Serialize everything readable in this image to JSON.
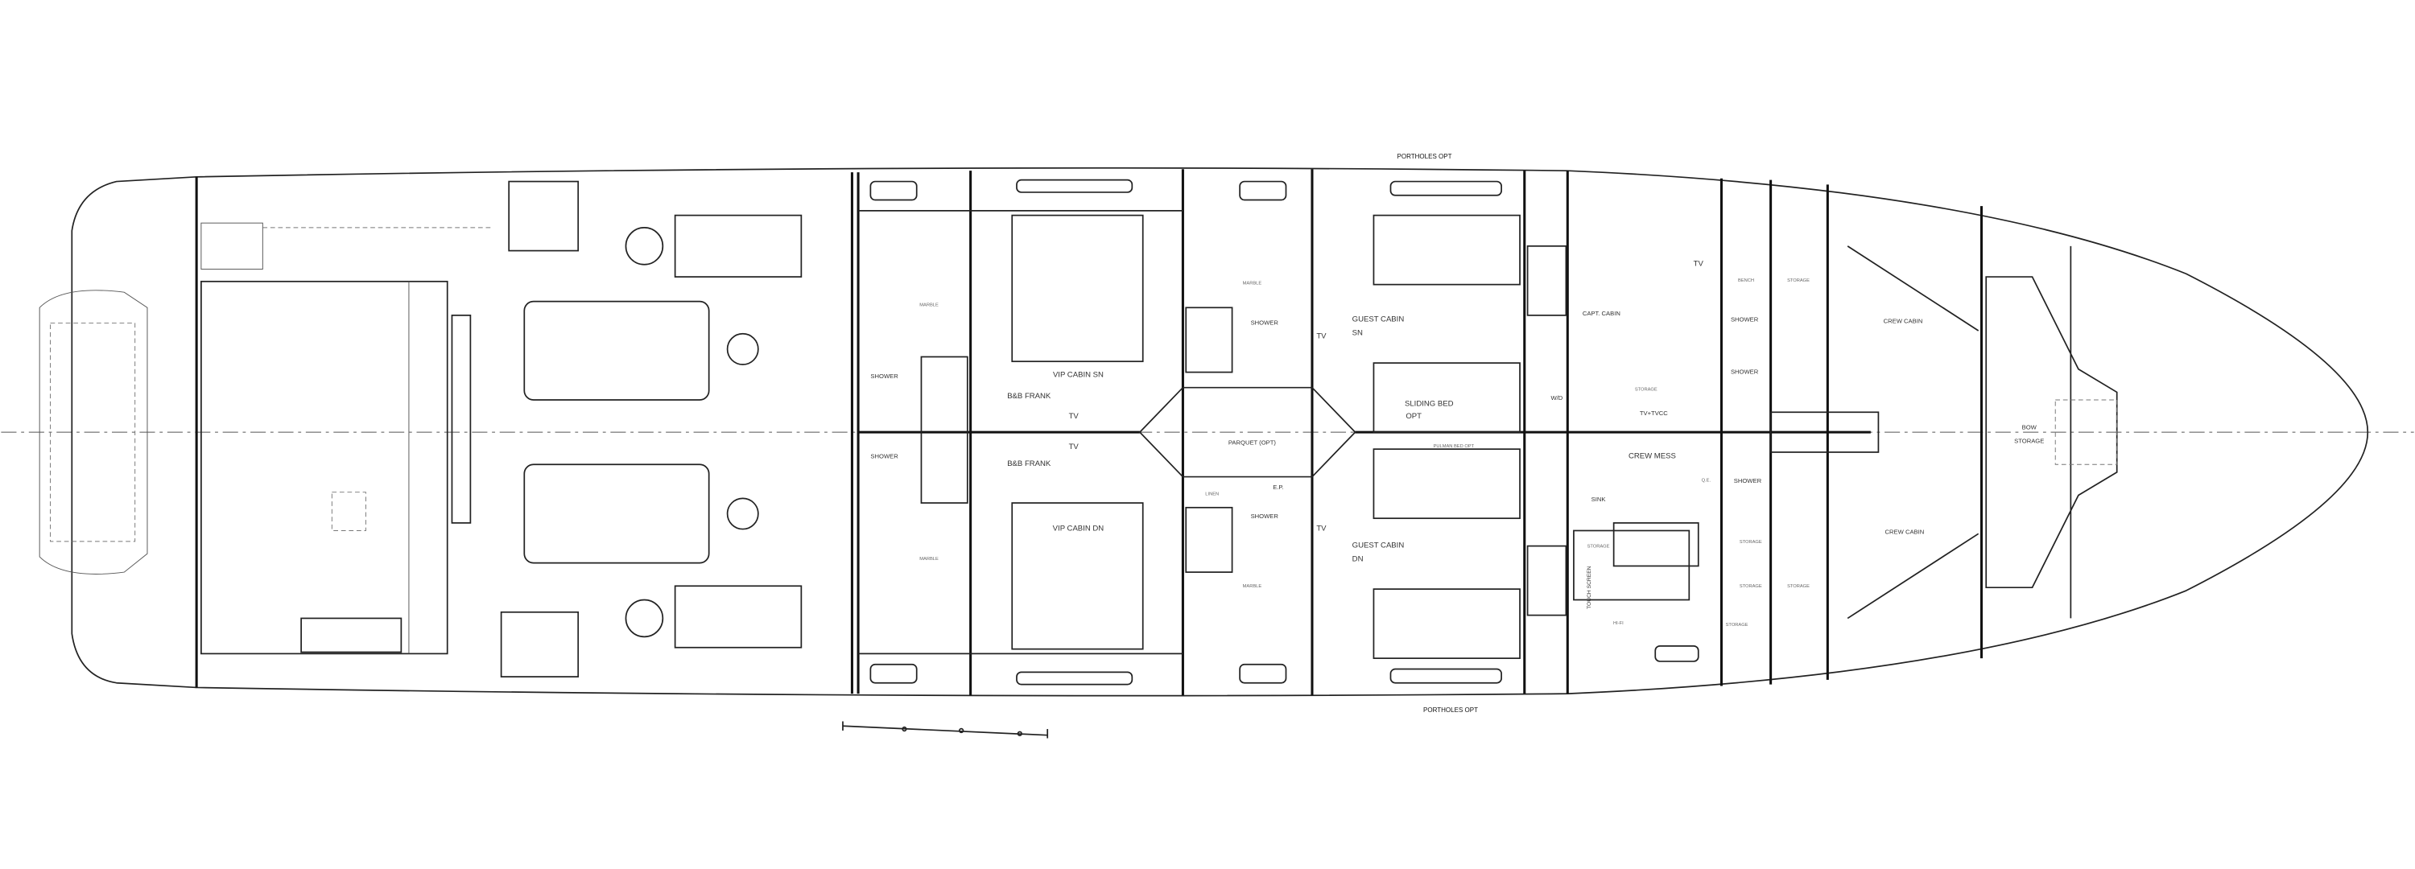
{
  "drawing": {
    "type": "yacht lower deck general arrangement plan",
    "line_color": "#222222",
    "background": "#ffffff"
  },
  "notes": {
    "portholes_top": "PORTHOLES OPT",
    "portholes_bottom": "PORTHOLES OPT"
  },
  "labels": [
    "VIP CABIN SN",
    "VIP CABIN DN",
    "B&B FRANK",
    "B&B FRANK",
    "TV",
    "TV",
    "SHOWER",
    "SHOWER",
    "MARBLE",
    "MARBLE",
    "PARQUET (OPT)",
    "GUEST CABIN",
    "SN",
    "GUEST CABIN",
    "DN",
    "TV",
    "TV",
    "SLIDING BED",
    "OPT",
    "PULMAN BED OPT",
    "LINEN",
    "E.P.",
    "SHOWER",
    "SHOWER",
    "MARBLE",
    "MARBLE",
    "CAPT. CABIN",
    "TV",
    "BENCH",
    "STORAGE",
    "SHOWER",
    "SHOWER",
    "SHOWER",
    "STORAGE",
    "TV+TVCC",
    "W/D",
    "CREW MESS",
    "SINK",
    "Q.E.",
    "STORAGE",
    "STORAGE",
    "STORAGE",
    "STORAGE",
    "STORAGE",
    "TOUCH SCREEN",
    "HI-FI",
    "CREW CABIN",
    "CREW CABIN",
    "BOW",
    "STORAGE"
  ]
}
